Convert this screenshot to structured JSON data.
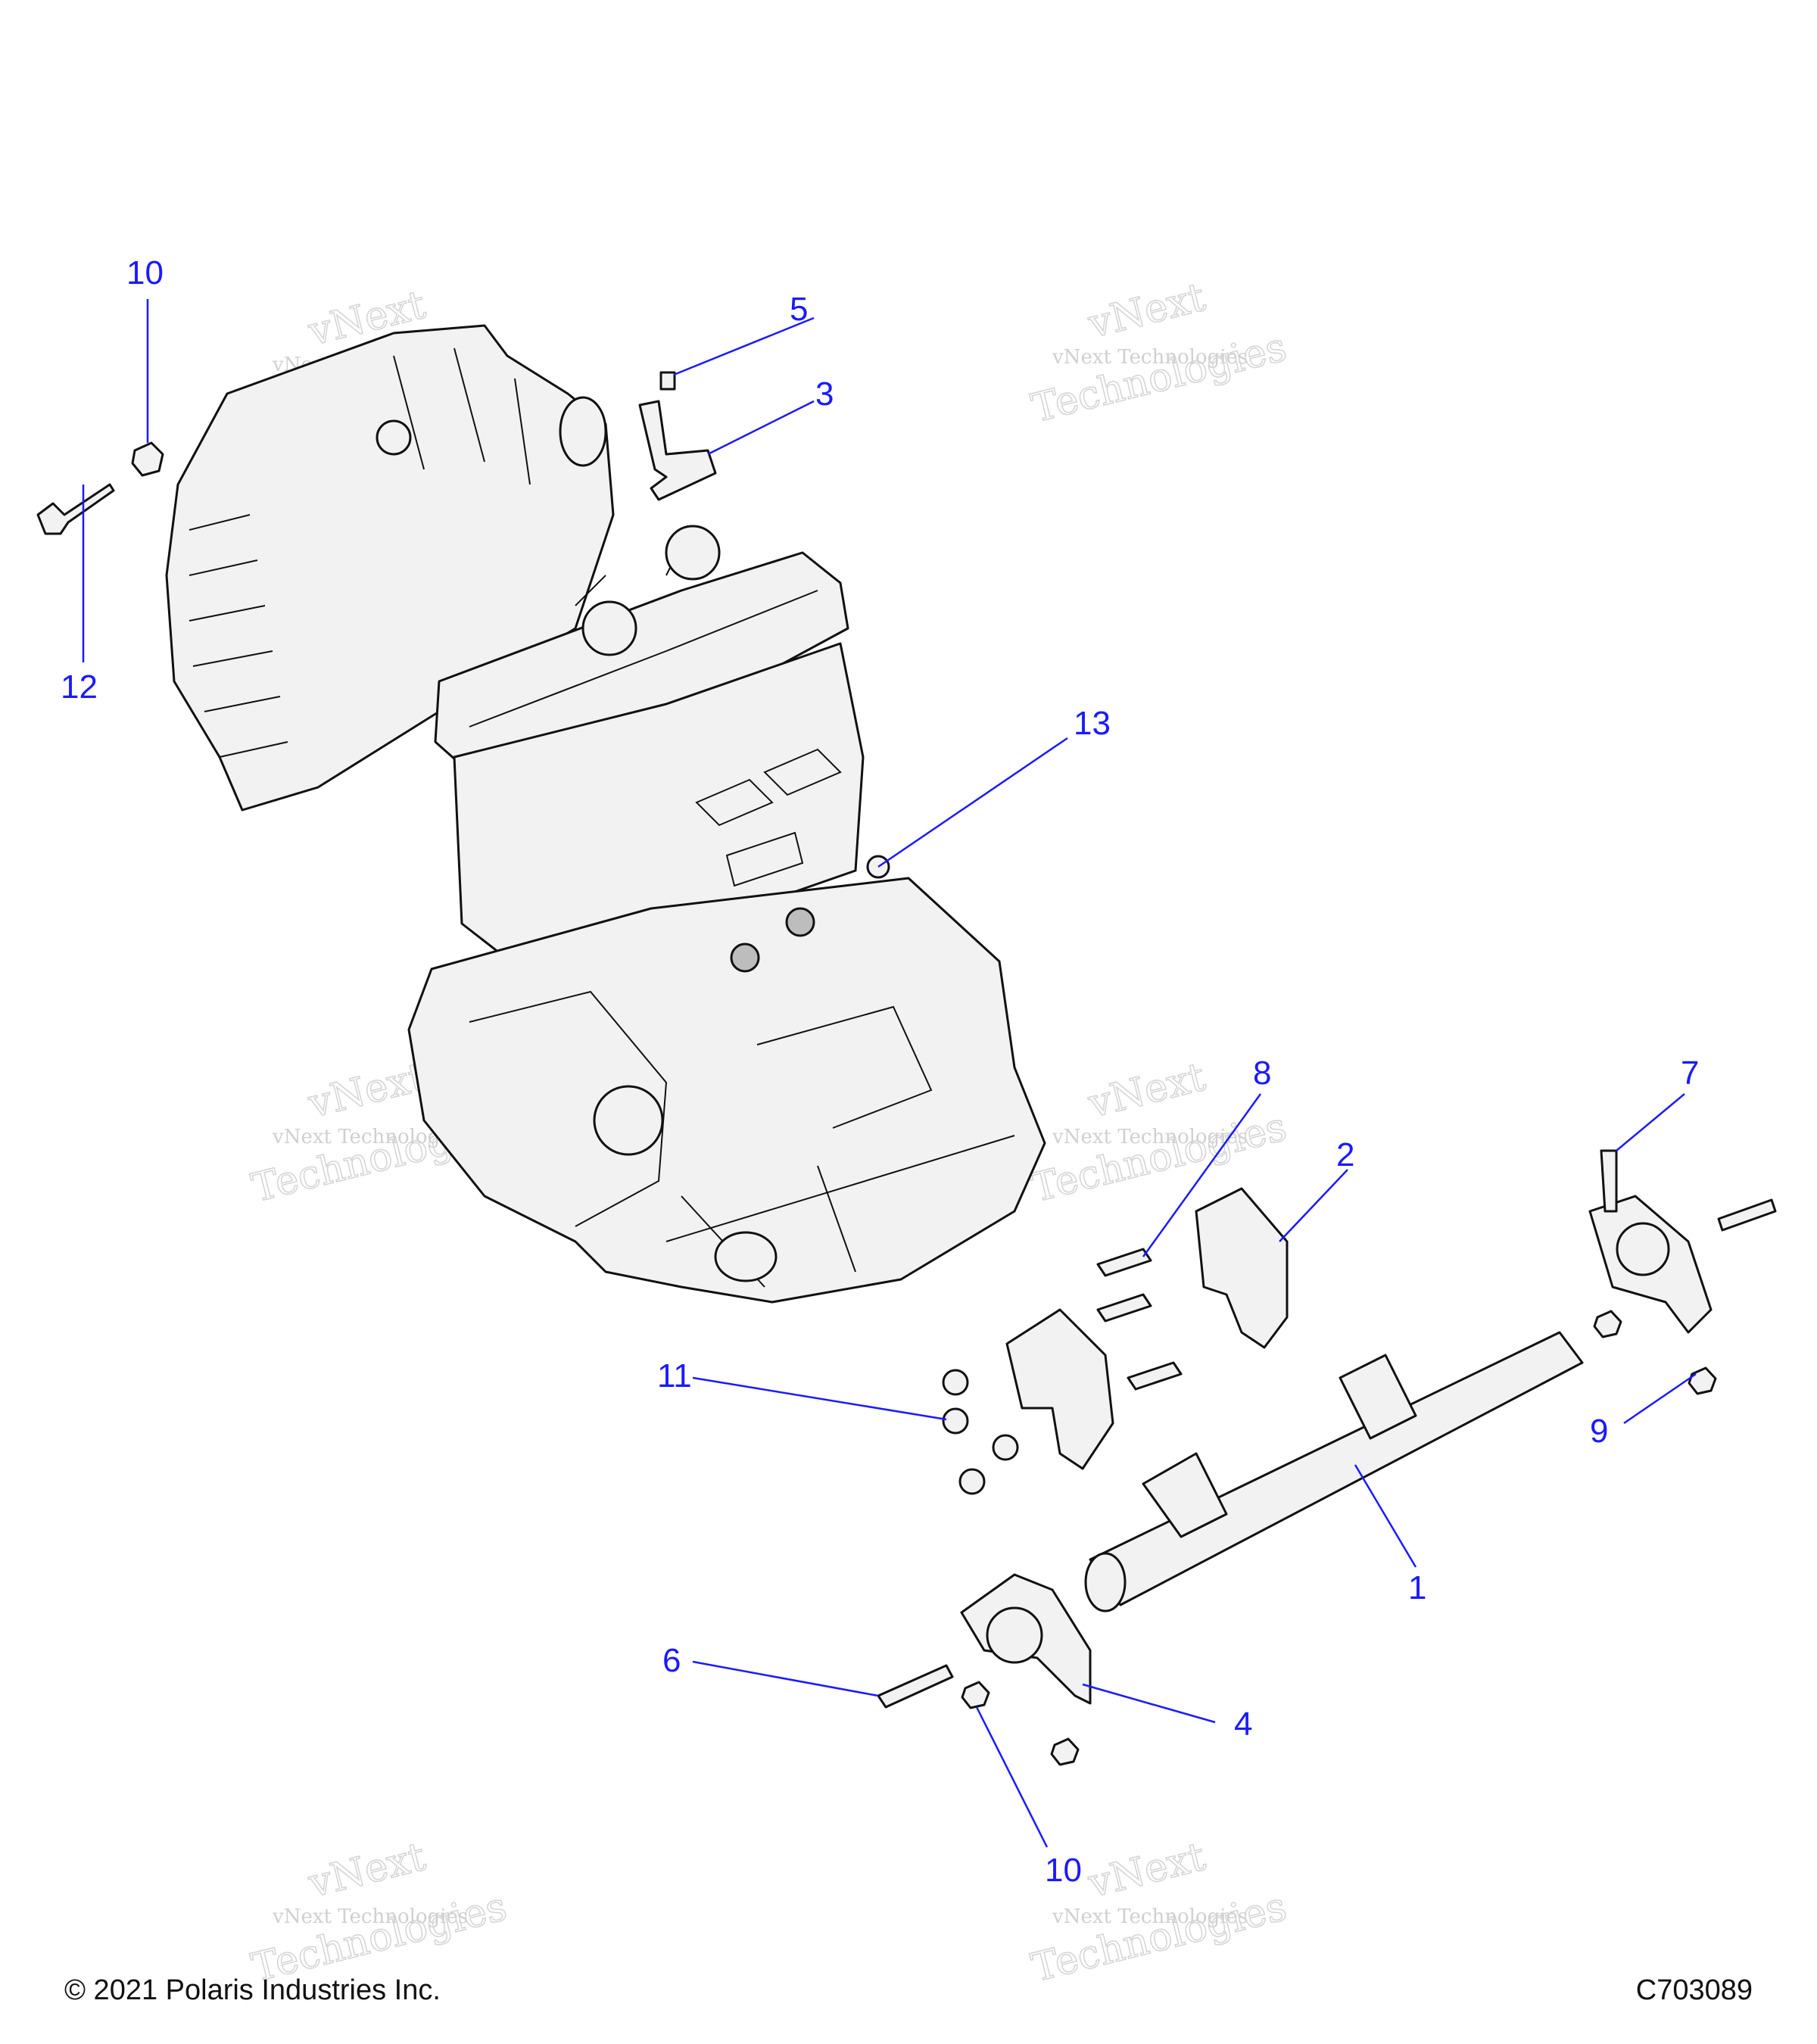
{
  "callouts": {
    "c1": "1",
    "c2": "2",
    "c3": "3",
    "c4": "4",
    "c5": "5",
    "c6": "6",
    "c7": "7",
    "c8": "8",
    "c9": "9",
    "c10_top": "10",
    "c10_bottom": "10",
    "c11": "11",
    "c12": "12",
    "c13": "13"
  },
  "watermark": {
    "line1": "vNext",
    "line2": "Technologies",
    "caption": "vNext Technologies"
  },
  "footer": {
    "copyright": "© 2021 Polaris Industries Inc.",
    "drawing_id": "C703089"
  },
  "colors": {
    "callout": "#1a1aff",
    "line_art": "#111111"
  }
}
